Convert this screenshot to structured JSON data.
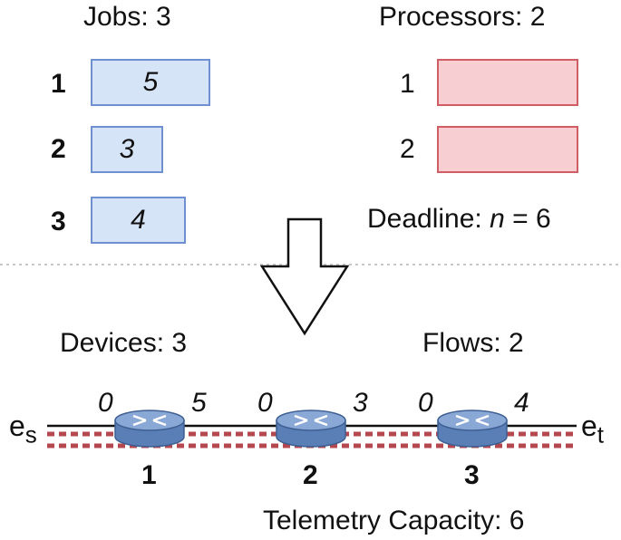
{
  "top": {
    "jobs_header": "Jobs: 3",
    "processors_header": "Processors: 2",
    "jobs": [
      {
        "index": "1",
        "length": "5"
      },
      {
        "index": "2",
        "length": "3"
      },
      {
        "index": "3",
        "length": "4"
      }
    ],
    "processors": [
      {
        "index": "1"
      },
      {
        "index": "2"
      }
    ],
    "deadline_prefix": "Deadline: ",
    "deadline_var": "n",
    "deadline_suffix": " = 6"
  },
  "bottom": {
    "devices_header": "Devices: 3",
    "flows_header": "Flows: 2",
    "source": "e",
    "source_sub": "s",
    "sink": "e",
    "sink_sub": "t",
    "devices": [
      {
        "label": "1",
        "left_value": "0",
        "right_value": "5"
      },
      {
        "label": "2",
        "left_value": "0",
        "right_value": "3"
      },
      {
        "label": "3",
        "left_value": "0",
        "right_value": "4"
      }
    ],
    "capacity": "Telemetry Capacity: 6"
  },
  "colors": {
    "job_fill": "#d6e4f8",
    "job_border": "#6f8fd0",
    "processor_fill": "#f7cfd2",
    "processor_border": "#cf5d63",
    "router_fill": "#6f92c4",
    "flow_dash": "#b5474f"
  }
}
